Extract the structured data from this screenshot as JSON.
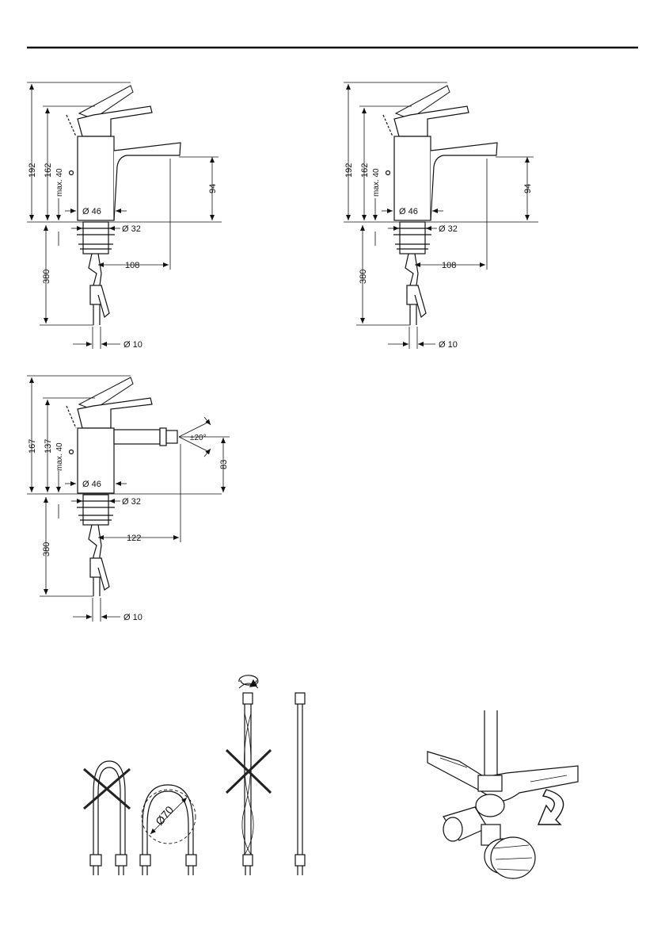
{
  "drawing_1": {
    "h_total": "192",
    "h_lever": "162",
    "h_max": "max. 40",
    "d_body": "Ø 46",
    "d_thread": "Ø 32",
    "h_spout": "94",
    "reach": "108",
    "hose_len": "380",
    "d_hose": "Ø 10"
  },
  "drawing_2": {
    "h_total": "192",
    "h_lever": "162",
    "h_max": "max. 40",
    "d_body": "Ø 46",
    "d_thread": "Ø 32",
    "h_spout": "94",
    "reach": "108",
    "hose_len": "380",
    "d_hose": "Ø 10"
  },
  "drawing_3": {
    "h_total": "167",
    "h_lever": "137",
    "h_max": "max. 40",
    "d_body": "Ø 46",
    "d_thread": "Ø 32",
    "angle": "±20°",
    "h_spout": "83",
    "reach": "122",
    "hose_len": "380",
    "d_hose": "Ø 10"
  },
  "install": {
    "bend_radius": "Ø70"
  },
  "colors": {
    "line": "#111111",
    "cross": "#222222",
    "fill": "#ffffff"
  }
}
